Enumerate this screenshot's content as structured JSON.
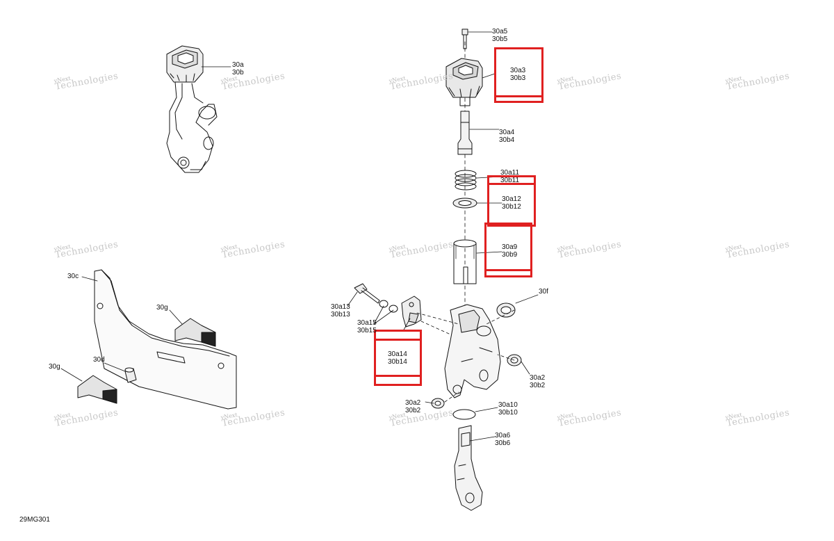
{
  "diagram_code": "29MG301",
  "watermark": {
    "line1": "vNext",
    "line2": "Technologies"
  },
  "callouts": {
    "c30a": "30a",
    "c30b_partial": "30b",
    "c30a5": "30a5\n30b5",
    "c30a3": "30a3\n30b3",
    "c30a4": "30a4\n30b4",
    "c30a11": "30a11\n30b11",
    "c30a12": "30a12\n30b12",
    "c30a9": "30a9\n30b9",
    "c30f": "30f",
    "c30a13": "30a13\n30b13",
    "c30a15": "30a15\n30b15",
    "c30a14": "30a14\n30b14",
    "c30a2_right": "30a2\n30b2",
    "c30a2_left": "30a2\n30b2",
    "c30a10": "30a10\n30b10",
    "c30a6": "30a6\n30b6",
    "c30c": "30c",
    "c30g_top": "30g",
    "c30g_left": "30g",
    "c30d": "30d"
  },
  "colors": {
    "highlight": "#e02020",
    "line": "#111111",
    "watermark": "#bdbdbd"
  }
}
